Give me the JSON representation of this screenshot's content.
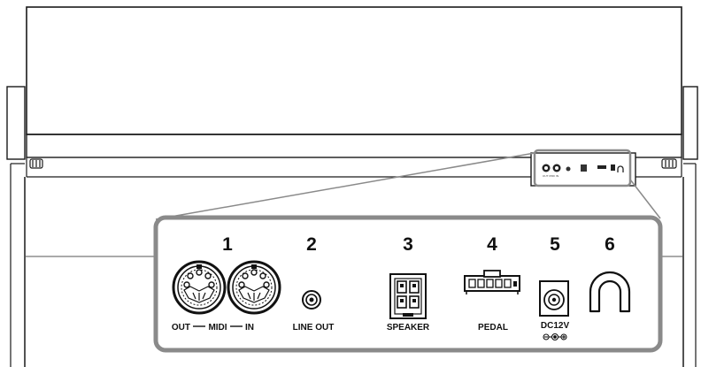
{
  "connectors": [
    {
      "number": "1",
      "label_out": "OUT",
      "label_midi": "MIDI",
      "label_in": "IN",
      "name": "MIDI"
    },
    {
      "number": "2",
      "label": "LINE OUT"
    },
    {
      "number": "3",
      "label": "SPEAKER"
    },
    {
      "number": "4",
      "label": "PEDAL"
    },
    {
      "number": "5",
      "label": "DC12V"
    },
    {
      "number": "6",
      "label": ""
    }
  ],
  "colors": {
    "callout_border": "#888888",
    "outline": "#1a1a1a",
    "background": "#ffffff"
  },
  "icons": [
    "midi-din-out-icon",
    "midi-din-in-icon",
    "line-out-jack-icon",
    "speaker-connector-icon",
    "pedal-connector-icon",
    "dc-jack-icon",
    "cable-hook-icon",
    "dc-polarity-icon"
  ]
}
